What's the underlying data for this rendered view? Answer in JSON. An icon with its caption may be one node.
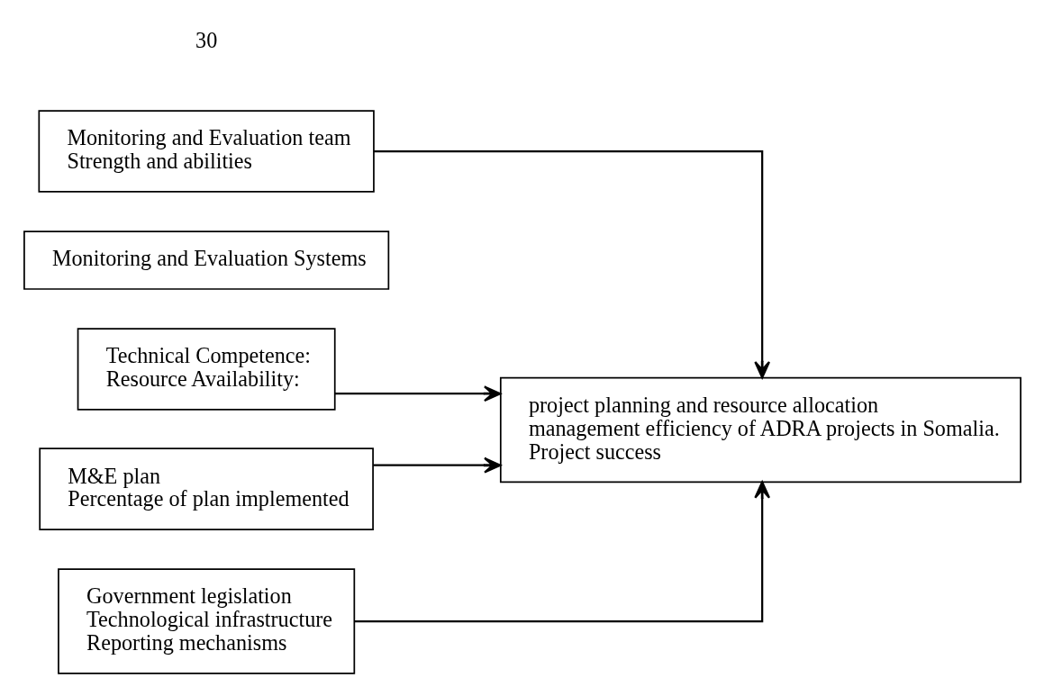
{
  "diagram": {
    "nodes": [
      {
        "text": [
          "Monitoring and Evaluation team",
          "Strength and abilities"
        ]
      },
      {
        "text": [
          "Monitoring and Evaluation Systems"
        ]
      },
      {
        "text": [
          "Technical Competence:",
          "Resource Availability:"
        ]
      },
      {
        "text": [
          "M&E plan",
          "Percentage of plan implemented"
        ]
      },
      {
        "text": [
          "project planning and resource allocation",
          "management efficiency of ADRA projects in Somalia.",
          "Project success"
        ]
      },
      {
        "text": [
          "Government legislation",
          "Technological infrastructure",
          "Reporting mechanisms"
        ]
      }
    ],
    "edges": [
      {
        "from": 0,
        "to": 4,
        "arrow": "to"
      },
      {
        "from": 2,
        "to": 4,
        "arrow": "to"
      },
      {
        "from": 3,
        "to": 4,
        "arrow": "to"
      },
      {
        "from": 5,
        "to": 4,
        "arrow": "to"
      }
    ],
    "labels": [
      "30"
    ]
  }
}
